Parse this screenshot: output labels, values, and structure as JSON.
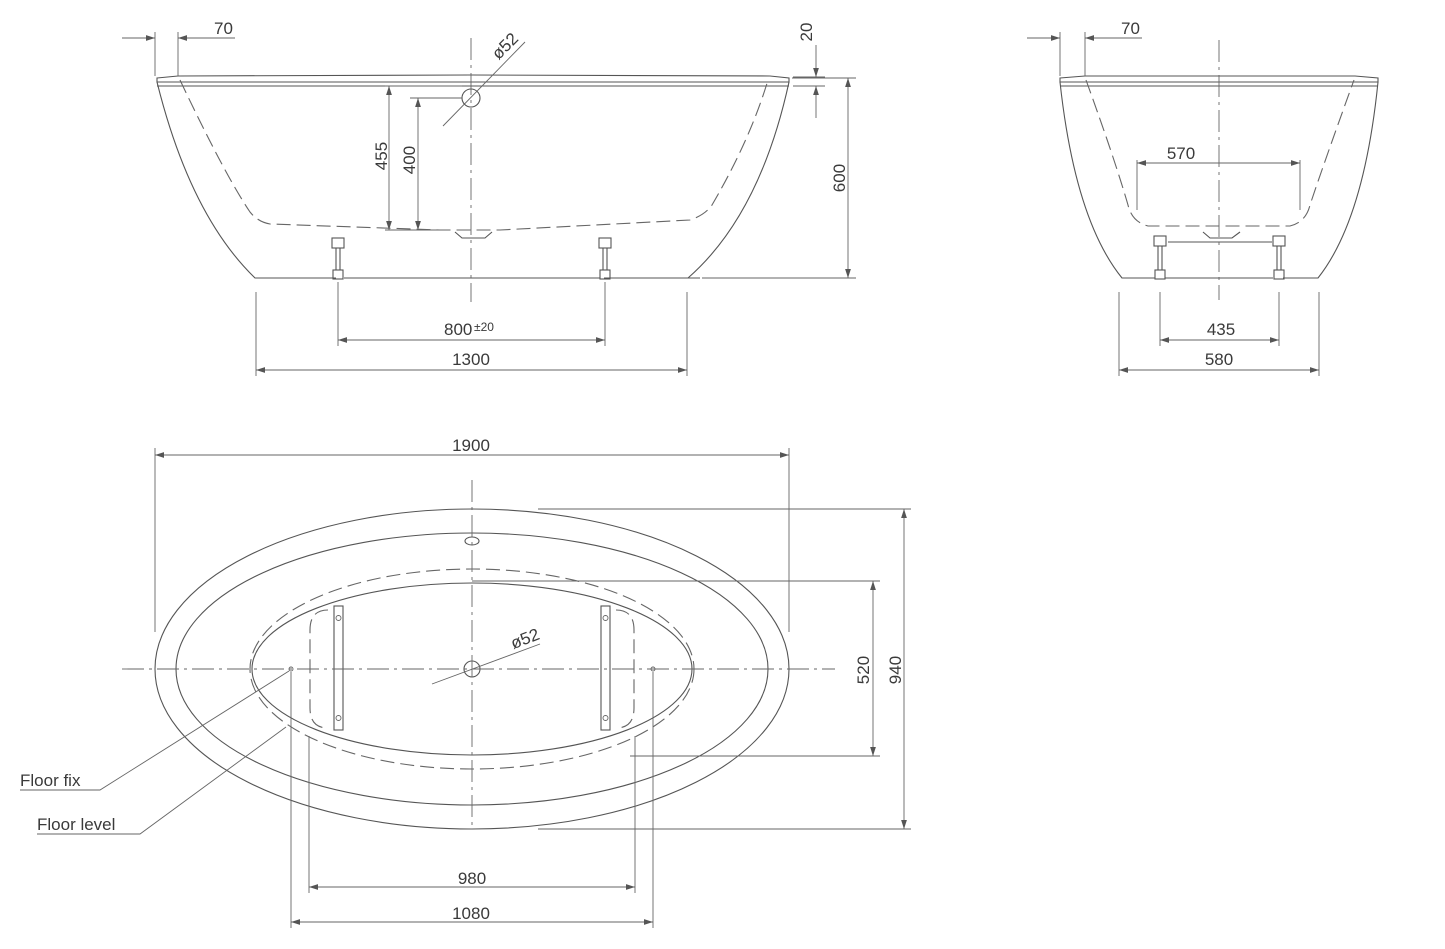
{
  "side_view": {
    "dims": {
      "rim_overhang": "70",
      "rim_thickness": "20",
      "drain_diameter": "ø52",
      "drain_height_outer": "455",
      "drain_height_inner": "400",
      "total_height": "600",
      "leg_spacing": "800",
      "leg_spacing_tolerance": "±20",
      "base_length": "1300"
    }
  },
  "end_view": {
    "dims": {
      "rim_overhang": "70",
      "inner_width": "570",
      "leg_spacing": "435",
      "base_width": "580"
    }
  },
  "plan_view": {
    "dims": {
      "total_length": "1900",
      "total_width": "940",
      "inner_width": "520",
      "drain_diameter": "ø52",
      "floor_fix_spacing": "980",
      "floor_level_length": "1080"
    },
    "labels": {
      "floor_fix": "Floor fix",
      "floor_level": "Floor level"
    }
  }
}
